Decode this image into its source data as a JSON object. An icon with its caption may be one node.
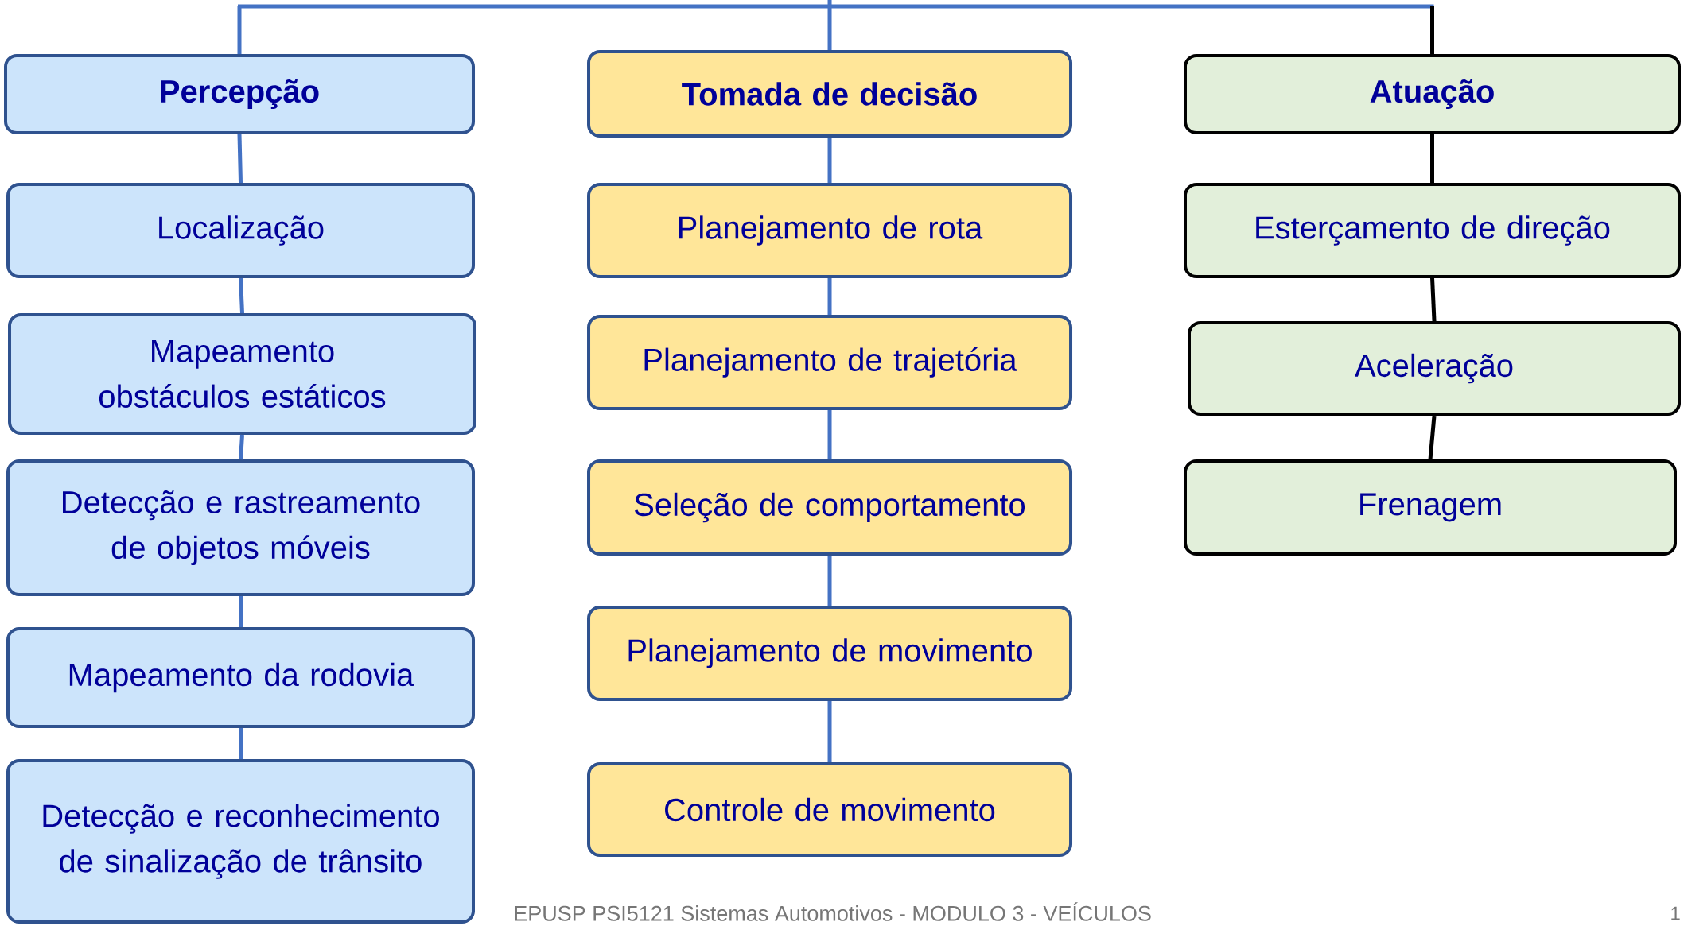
{
  "diagram": {
    "nodes": [
      {
        "text": [
          "Percepção"
        ]
      },
      {
        "text": [
          "Localização"
        ]
      },
      {
        "text": [
          "Mapeamento obstáculos estáticos"
        ]
      },
      {
        "text": [
          "Detecção e rastreamento de objetos móveis"
        ]
      },
      {
        "text": [
          "Mapeamento da rodovia"
        ]
      },
      {
        "text": [
          "Detecção e reconhecimento de sinalização de trânsito"
        ]
      },
      {
        "text": [
          "Tomada de decisão"
        ]
      },
      {
        "text": [
          "Planejamento de rota"
        ]
      },
      {
        "text": [
          "Planejamento de trajetória"
        ]
      },
      {
        "text": [
          "Seleção de comportamento"
        ]
      },
      {
        "text": [
          "Planejamento de movimento"
        ]
      },
      {
        "text": [
          "Controle de movimento"
        ]
      },
      {
        "text": [
          "Atuação"
        ]
      },
      {
        "text": [
          "Esterçamento de direção"
        ]
      },
      {
        "text": [
          "Aceleração"
        ]
      },
      {
        "text": [
          "Frenagem"
        ]
      }
    ],
    "edges": [
      {
        "from": null,
        "to": 0,
        "arrow": "none"
      },
      {
        "from": null,
        "to": 6,
        "arrow": "none"
      },
      {
        "from": null,
        "to": 12,
        "arrow": "none",
        "color": "#000000"
      },
      {
        "from": 0,
        "to": 1,
        "arrow": "none"
      },
      {
        "from": 1,
        "to": 2,
        "arrow": "none"
      },
      {
        "from": 2,
        "to": 3,
        "arrow": "none"
      },
      {
        "from": 3,
        "to": 4,
        "arrow": "none"
      },
      {
        "from": 4,
        "to": 5,
        "arrow": "none"
      },
      {
        "from": 6,
        "to": 7,
        "arrow": "none"
      },
      {
        "from": 7,
        "to": 8,
        "arrow": "none"
      },
      {
        "from": 8,
        "to": 9,
        "arrow": "none"
      },
      {
        "from": 9,
        "to": 10,
        "arrow": "none"
      },
      {
        "from": 10,
        "to": 11,
        "arrow": "none"
      },
      {
        "from": 12,
        "to": 13,
        "arrow": "none",
        "color": "#000000"
      },
      {
        "from": 13,
        "to": 14,
        "arrow": "none",
        "color": "#000000"
      },
      {
        "from": 14,
        "to": 15,
        "arrow": "none",
        "color": "#000000"
      }
    ],
    "labels": [
      "EPUSP PSI5121 Sistemas Automotivos - MODULO 3 - VEÍCULOS",
      "1"
    ]
  }
}
